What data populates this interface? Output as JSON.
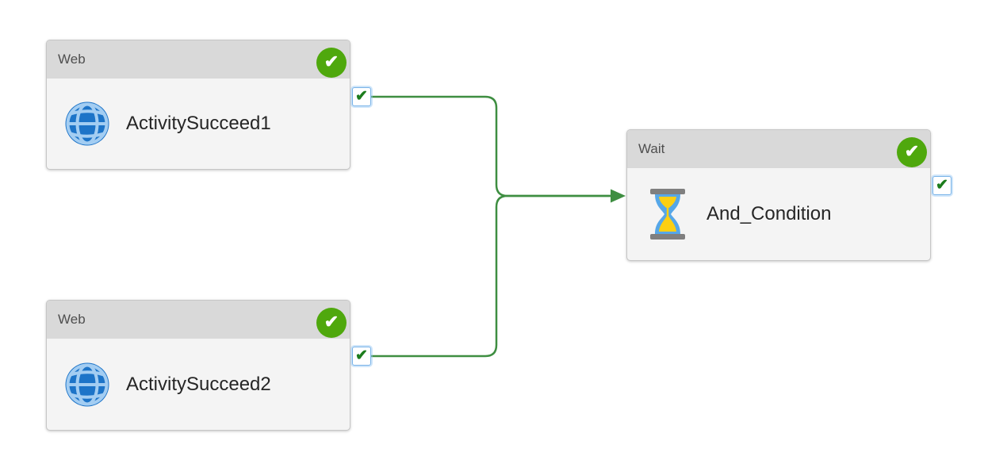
{
  "canvas": {
    "kind": "pipeline-designer-canvas",
    "background": "#ffffff"
  },
  "nodes": [
    {
      "type_label": "Web",
      "name": "ActivitySucceed1",
      "icon": "globe-icon",
      "status": "Succeeded"
    },
    {
      "type_label": "Web",
      "name": "ActivitySucceed2",
      "icon": "globe-icon",
      "status": "Succeeded"
    },
    {
      "type_label": "Wait",
      "name": "And_Condition",
      "icon": "hourglass-icon",
      "status": "Succeeded"
    }
  ],
  "edges": [
    {
      "from": "ActivitySucceed1",
      "to": "And_Condition",
      "condition": "success"
    },
    {
      "from": "ActivitySucceed2",
      "to": "And_Condition",
      "condition": "success"
    }
  ],
  "icons": {
    "check": "✔"
  },
  "colors": {
    "node_header_bg": "#d9d9d9",
    "node_body_bg": "#f4f4f4",
    "node_border": "#c6c6c6",
    "header_text": "#4f4f4f",
    "name_text": "#262626",
    "status_badge_green": "#4fa80d",
    "connector_green": "#3e8e41",
    "port_border_blue": "#79b3e8",
    "port_check_green": "#1c7c1c",
    "globe_blue": "#1d74c8",
    "globe_grid_blue": "#a3cdf2",
    "hourglass_gray": "#7f7f7f",
    "hourglass_glass_blue": "#56a7e8",
    "hourglass_sand_yellow": "#fccf12"
  }
}
